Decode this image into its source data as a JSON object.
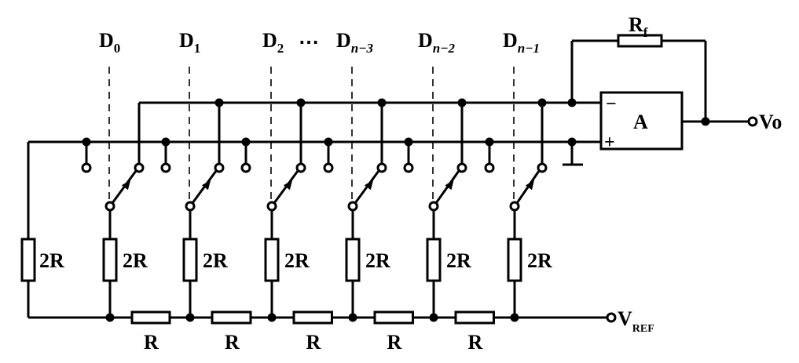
{
  "bit_labels": [
    {
      "main": "D",
      "sub": "0"
    },
    {
      "main": "D",
      "sub": "1"
    },
    {
      "main": "D",
      "sub": "2"
    },
    {
      "main": "D",
      "sub": "n−3"
    },
    {
      "main": "D",
      "sub": "n−2"
    },
    {
      "main": "D",
      "sub": "n−1"
    }
  ],
  "ellipsis": "⋯",
  "shunt_resistor_label": "2R",
  "series_resistor_label": "R",
  "feedback_resistor": {
    "main": "R",
    "sub": "f"
  },
  "amplifier": {
    "label": "A",
    "inverting": "−",
    "noninverting": "+"
  },
  "output_label": "Vo",
  "reference": {
    "main": "V",
    "sub": "REF"
  }
}
